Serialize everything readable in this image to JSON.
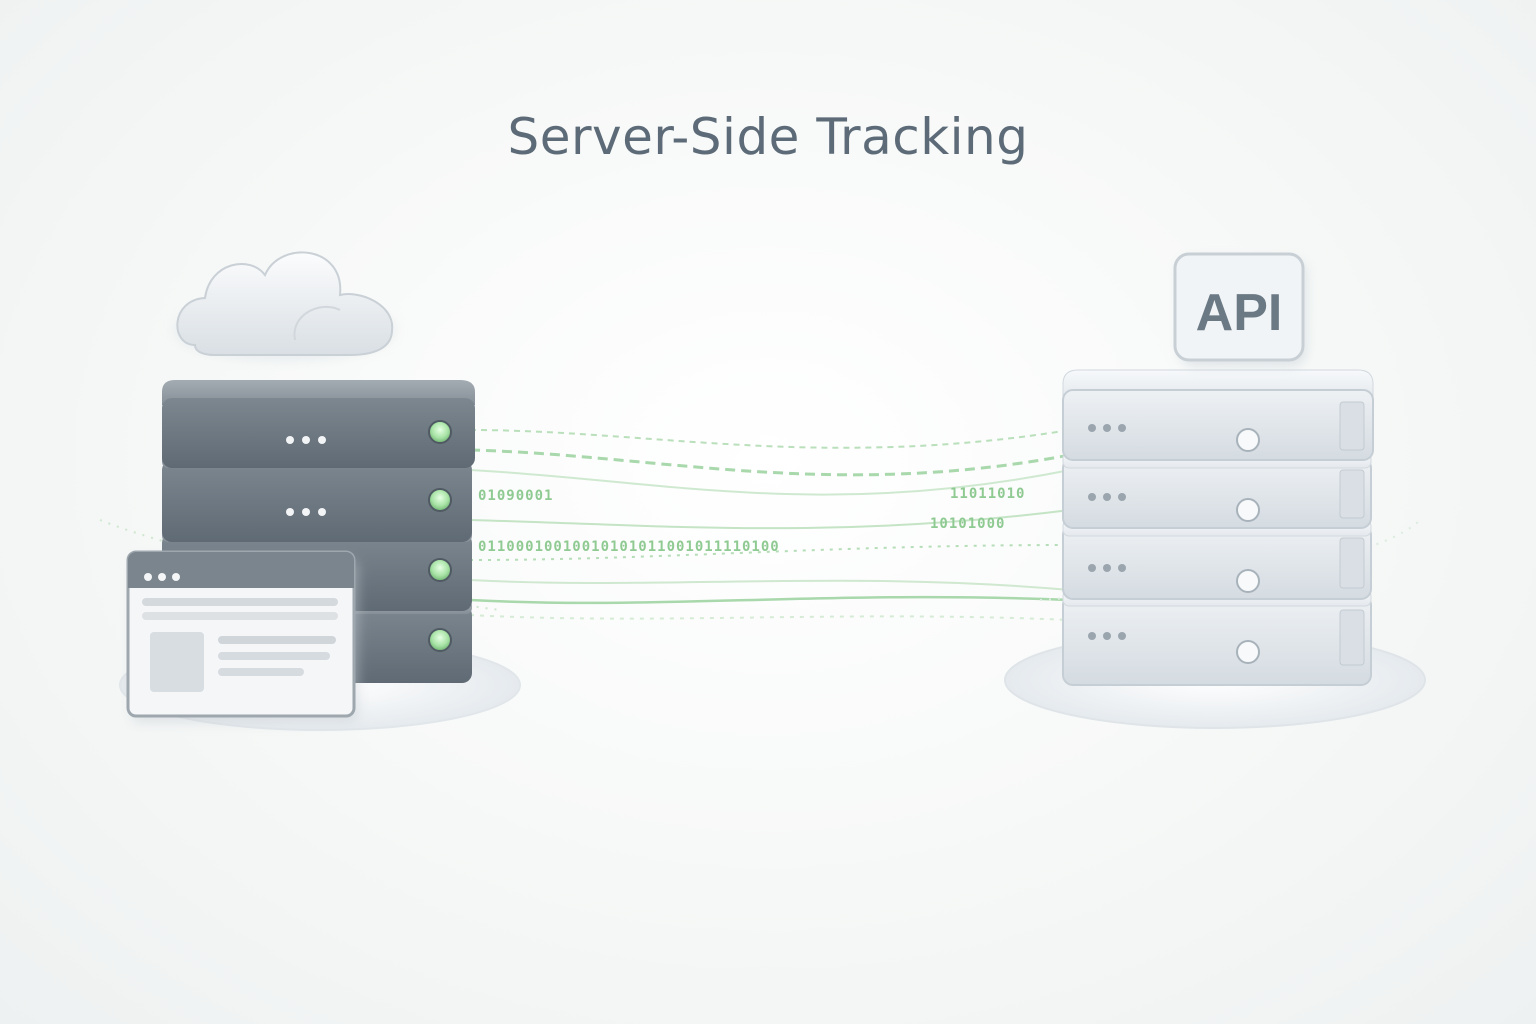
{
  "title": "Server-Side Tracking",
  "api_badge": {
    "label": "API"
  },
  "data_stream": {
    "upper_bits": "01090001",
    "middle_bits": "01100010010010101011001011110100",
    "right_upper_bits": "11011010",
    "right_middle_bits": "10101000"
  },
  "colors": {
    "title": "#5d6b78",
    "dark_server": "#6f7a84",
    "light_server": "#e3e8ec",
    "led_green": "#9fdc9f",
    "stream_green": "#8fca92"
  },
  "icons": {
    "left_top": "cloud-icon",
    "left_overlay": "browser-window-icon",
    "right_top": "api-badge-icon"
  }
}
